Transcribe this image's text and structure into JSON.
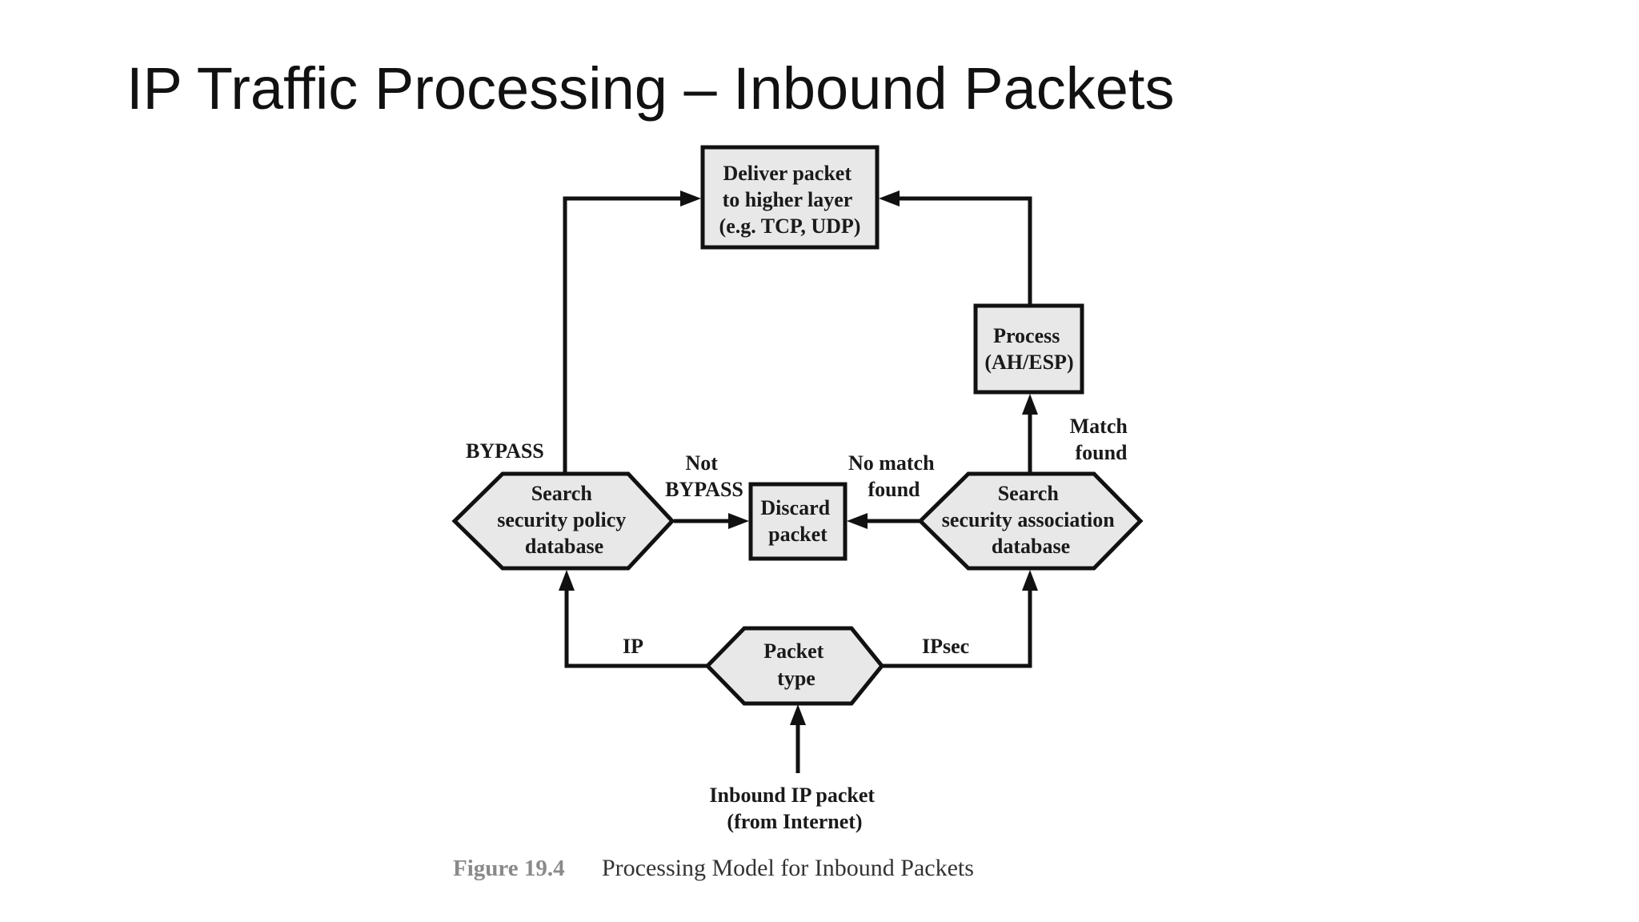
{
  "slide": {
    "title": "IP Traffic Processing – Inbound Packets"
  },
  "diagram": {
    "nodes": {
      "deliver": [
        "Deliver packet",
        "to higher layer",
        "(e.g. TCP, UDP)"
      ],
      "process": [
        "Process",
        "(AH/ESP)"
      ],
      "spd": [
        "Search",
        "security policy",
        "database"
      ],
      "discard": [
        "Discard",
        "packet"
      ],
      "sad": [
        "Search",
        "security association",
        "database"
      ],
      "packet_type": [
        "Packet",
        "type"
      ]
    },
    "edge_labels": {
      "bypass": "BYPASS",
      "not_bypass": [
        "Not",
        "BYPASS"
      ],
      "no_match": [
        "No match",
        "found"
      ],
      "match": [
        "Match",
        "found"
      ],
      "ip": "IP",
      "ipsec": "IPsec",
      "inbound": [
        "Inbound IP packet",
        "(from Internet)"
      ]
    },
    "caption": {
      "number": "Figure 19.4",
      "text": "Processing Model for Inbound Packets"
    }
  }
}
